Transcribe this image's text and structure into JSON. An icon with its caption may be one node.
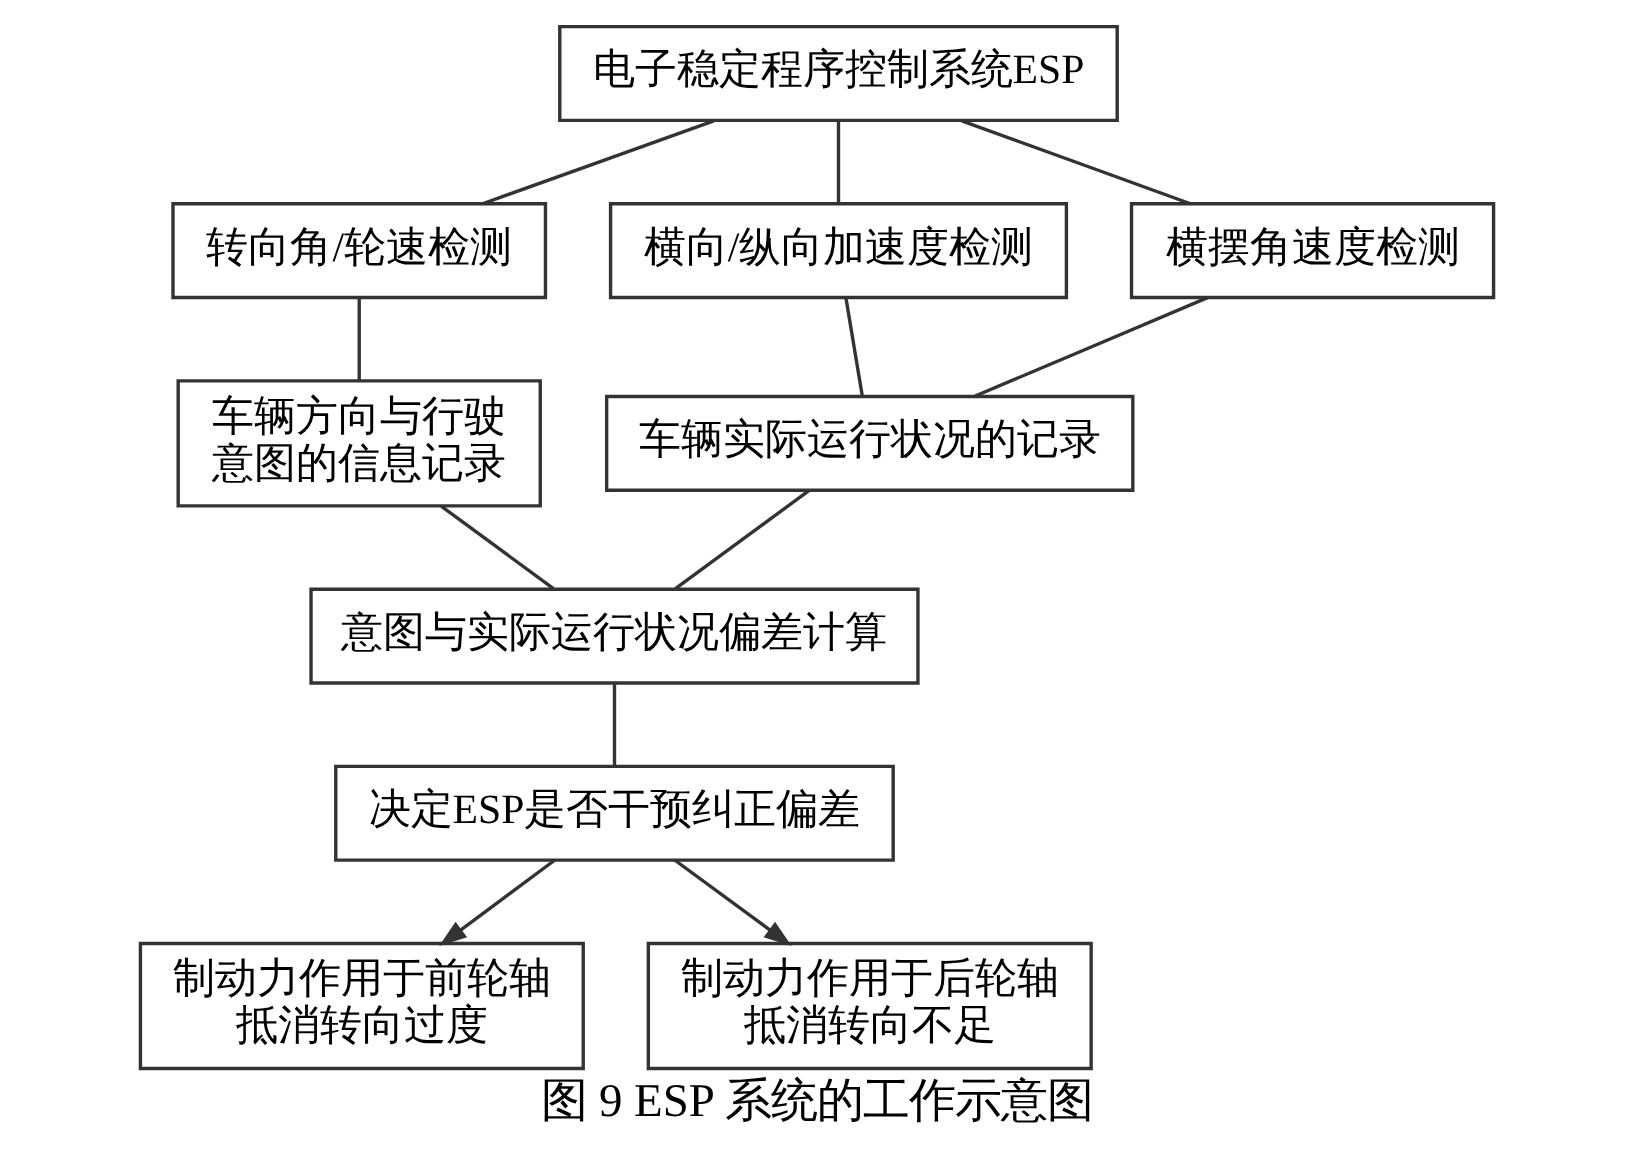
{
  "diagram": {
    "caption": "图 9 ESP 系统的工作示意图",
    "nodes": [
      {
        "text": [
          "电子稳定程序控制系统ESP"
        ]
      },
      {
        "text": [
          "转向角/轮速检测"
        ]
      },
      {
        "text": [
          "横向/纵向加速度检测"
        ]
      },
      {
        "text": [
          "横摆角速度检测"
        ]
      },
      {
        "text": [
          "车辆方向与行驶意图的信息记录"
        ]
      },
      {
        "text": [
          "车辆实际运行状况的记录"
        ]
      },
      {
        "text": [
          "意图与实际运行状况偏差计算"
        ]
      },
      {
        "text": [
          "决定ESP是否干预纠正偏差"
        ]
      },
      {
        "text": [
          "制动力作用于前轮轴抵消转向过度"
        ]
      },
      {
        "text": [
          "制动力作用于后轮轴抵消转向不足"
        ]
      }
    ],
    "edges": [
      {
        "from": 0,
        "to": 1,
        "arrow": "none"
      },
      {
        "from": 0,
        "to": 2,
        "arrow": "none"
      },
      {
        "from": 0,
        "to": 3,
        "arrow": "none"
      },
      {
        "from": 1,
        "to": 4,
        "arrow": "none"
      },
      {
        "from": 2,
        "to": 5,
        "arrow": "none"
      },
      {
        "from": 3,
        "to": 5,
        "arrow": "none"
      },
      {
        "from": 4,
        "to": 6,
        "arrow": "none"
      },
      {
        "from": 5,
        "to": 6,
        "arrow": "none"
      },
      {
        "from": 6,
        "to": 7,
        "arrow": "none"
      },
      {
        "from": 7,
        "to": 8,
        "arrow": "to"
      },
      {
        "from": 7,
        "to": 9,
        "arrow": "to"
      }
    ]
  }
}
